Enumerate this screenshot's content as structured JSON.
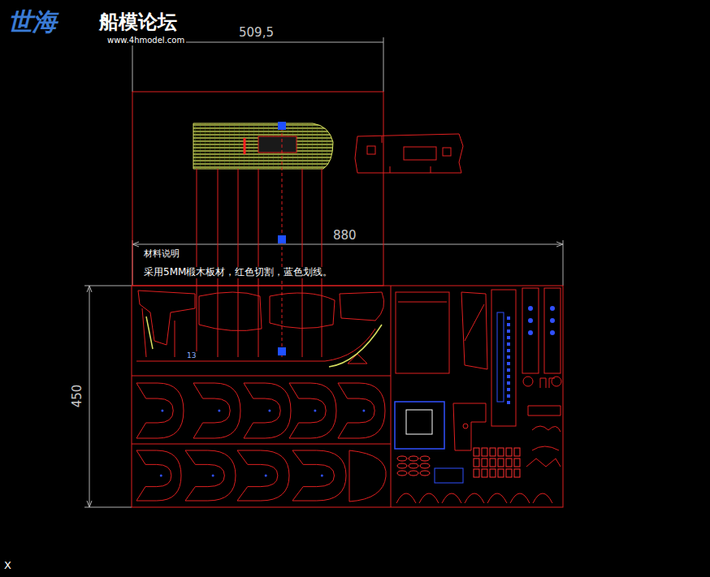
{
  "diagram": {
    "labels": [
      "世海",
      "船模论坛",
      "www.4hmodel.com",
      "509,5",
      "880",
      "材料说明",
      "采用5MM椴木板材，红色切割，蓝色划线。",
      "450",
      "13",
      "X"
    ]
  }
}
